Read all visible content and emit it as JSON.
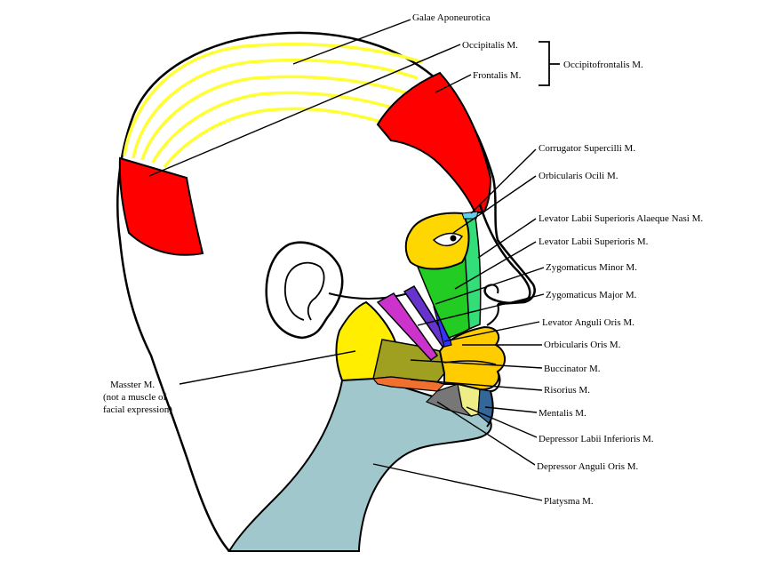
{
  "labels": {
    "galea": "Galae Aponeurotica",
    "occipitalis": "Occipitalis M.",
    "frontalis": "Frontalis M.",
    "occipitofrontalis": "Occipitofrontalis M.",
    "corrugator": "Corrugator Supercilli M.",
    "orbicularis_oculi": "Orbicularis Ocili M.",
    "levator_alaeque": "Levator Labii Superioris Alaeque Nasi M.",
    "levator_labii": "Levator Labii Superioris M.",
    "zyg_minor": "Zygomaticus Minor M.",
    "zyg_major": "Zygomaticus Major M.",
    "levator_anguli": "Levator Anguli Oris M.",
    "orbicularis_oris": "Orbicularis Oris M.",
    "buccinator": "Buccinator M.",
    "risorius": "Risorius M.",
    "mentalis": "Mentalis M.",
    "depressor_labii": "Depressor Labii Inferioris M.",
    "depressor_anguli": "Depressor Anguli Oris M.",
    "platysma": "Platysma M.",
    "masseter_line1": "Masster M.",
    "masseter_line2": "(not a muscle of",
    "masseter_line3": "facial expression)"
  },
  "colors": {
    "galea": "#ffff33",
    "frontalis": "#ff0000",
    "occipitalis": "#ff0000",
    "orbicularis_oculi": "#ffd700",
    "corrugator": "#66ccee",
    "levator_alaeque": "#33dd77",
    "levator_labii": "#22cc22",
    "zyg_minor": "#6633cc",
    "zyg_major": "#cc33cc",
    "levator_anguli": "#3333ff",
    "orbicularis_oris": "#ffcc00",
    "buccinator": "#a0a020",
    "risorius": "#f07030",
    "mentalis": "#336699",
    "depressor_labii": "#eeee88",
    "depressor_anguli": "#777777",
    "platysma": "#a0c8cc",
    "masseter": "#ffee00"
  }
}
